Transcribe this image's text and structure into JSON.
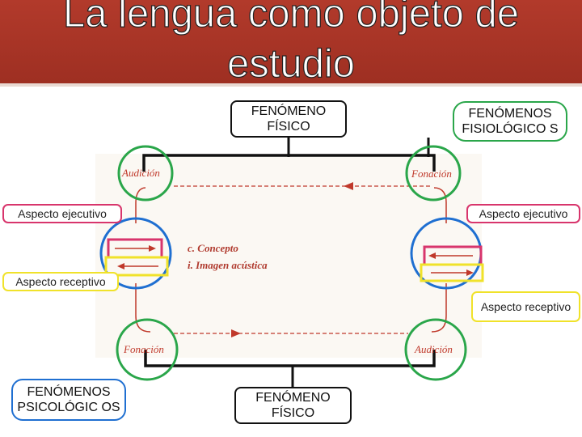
{
  "title": "La lengua como objeto de estudio",
  "boxes": {
    "fenomeno_fisico_top": "FENÓMENO FÍSICO",
    "fenomenos_fisiologicos": "FENÓMENOS FISIOLÓGICO S",
    "aspecto_ejecutivo_left": "Aspecto ejecutivo",
    "aspecto_ejecutivo_right": "Aspecto ejecutivo",
    "aspecto_receptivo_left": "Aspecto receptivo",
    "aspecto_receptivo_right": "Aspecto receptivo",
    "fenomenos_psicologicos": "FENÓMENOS PSICOLÓGIC OS",
    "fenomeno_fisico_bottom": "FENÓMENO FÍSICO"
  },
  "diagram": {
    "audicion_top": "Audición",
    "fonacion_top": "Fonación",
    "fonacion_bottom": "Fonación",
    "audicion_bottom": "Audición",
    "concepto": "c. Concepto",
    "imagen": "i. Imagen acústica"
  },
  "colors": {
    "banner": "#a8332a",
    "physical": "#111111",
    "physiological": "#2aa64a",
    "psychological": "#1f6fd1",
    "executive": "#d8356c",
    "receptive": "#f0e22a",
    "diagram_lines": "#c0392b"
  }
}
